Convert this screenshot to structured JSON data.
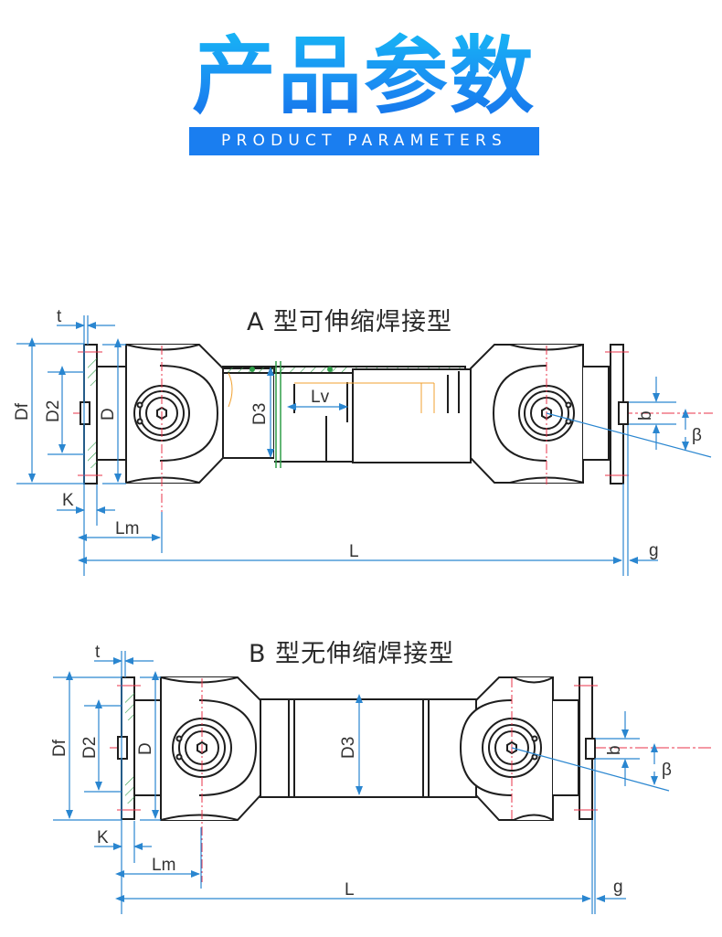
{
  "header": {
    "title_cn": "产品参数",
    "title_en": "PRODUCT PARAMETERS"
  },
  "colors": {
    "brand_blue": "#1a7ef0",
    "dimension_blue": "#2a86d0",
    "centerline_red": "#e8334a",
    "hatch_green": "#2f9e48",
    "outline": "#1e1e1e",
    "orange": "#f0a030"
  },
  "diagram_a": {
    "title": "A 型可伸缩焊接型",
    "labels": {
      "t": "t",
      "Df": "Df",
      "D2": "D2",
      "D": "D",
      "D3": "D3",
      "Lv": "Lv",
      "K": "K",
      "Lm": "Lm",
      "L": "L",
      "g": "g",
      "b": "b",
      "beta": "β"
    }
  },
  "diagram_b": {
    "title": "B 型无伸缩焊接型",
    "labels": {
      "t": "t",
      "Df": "Df",
      "D2": "D2",
      "D": "D",
      "D3": "D3",
      "K": "K",
      "Lm": "Lm",
      "L": "L",
      "g": "g",
      "b": "b",
      "beta": "β"
    }
  }
}
